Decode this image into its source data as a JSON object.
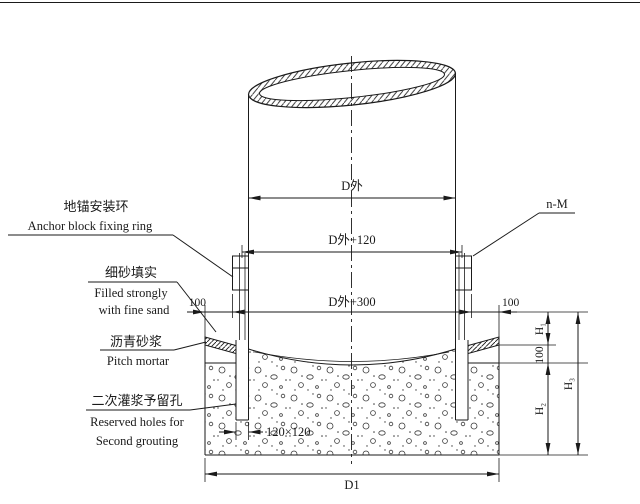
{
  "page": {
    "background": "#ffffff",
    "line_color": "#1a1a1a"
  },
  "callouts": {
    "anchor_ring": {
      "zh": "地锚安装环",
      "en": "Anchor block fixing ring"
    },
    "fine_sand": {
      "zh": "细砂填实",
      "en1": "Filled strongly",
      "en2": "with fine sand"
    },
    "pitch_mortar": {
      "zh": "沥青砂浆",
      "en": "Pitch mortar"
    },
    "grout_holes": {
      "zh": "二次灌浆予留孔",
      "en1": "Reserved holes for",
      "en2": "Second grouting"
    },
    "bolts": {
      "label": "n-M"
    }
  },
  "dims": {
    "d_outer": "D外",
    "d_outer_plus_120": "D外+120",
    "d_outer_plus_300": "D外+300",
    "gap_left": "100",
    "gap_right": "100",
    "hole_size": "120×120",
    "base_width": "D1",
    "h1": "H₁",
    "depth_100": "100",
    "h2": "H₂",
    "h3": "H₃"
  }
}
